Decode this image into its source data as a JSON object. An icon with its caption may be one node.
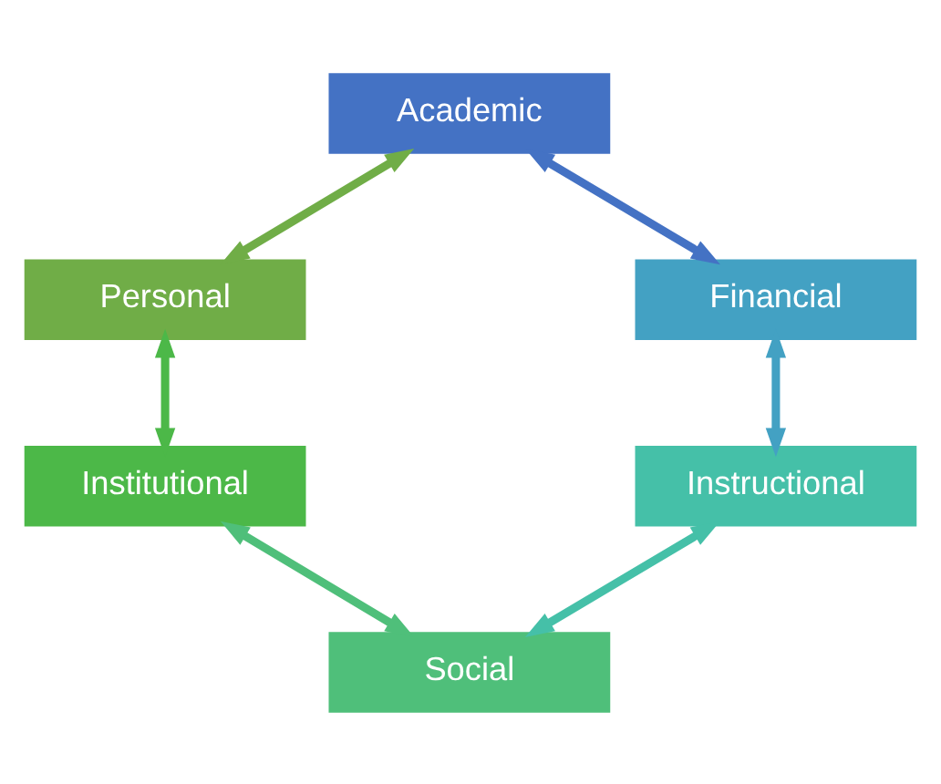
{
  "diagram": {
    "nodes": [
      {
        "text": [
          "Academic"
        ]
      },
      {
        "text": [
          "Personal"
        ]
      },
      {
        "text": [
          "Financial"
        ]
      },
      {
        "text": [
          "Institutional"
        ]
      },
      {
        "text": [
          "Instructional"
        ]
      },
      {
        "text": [
          "Social"
        ]
      }
    ],
    "edges": [
      {
        "from": 0,
        "to": 1,
        "arrow": "both",
        "color": "#70ad47"
      },
      {
        "from": 0,
        "to": 2,
        "arrow": "both",
        "color": "#4472c4"
      },
      {
        "from": 1,
        "to": 3,
        "arrow": "both",
        "color": "#4cb848"
      },
      {
        "from": 2,
        "to": 4,
        "arrow": "both",
        "color": "#43a1c3"
      },
      {
        "from": 3,
        "to": 5,
        "arrow": "both",
        "color": "#4fbf7a"
      },
      {
        "from": 4,
        "to": 5,
        "arrow": "both",
        "color": "#45c0a8"
      }
    ]
  }
}
